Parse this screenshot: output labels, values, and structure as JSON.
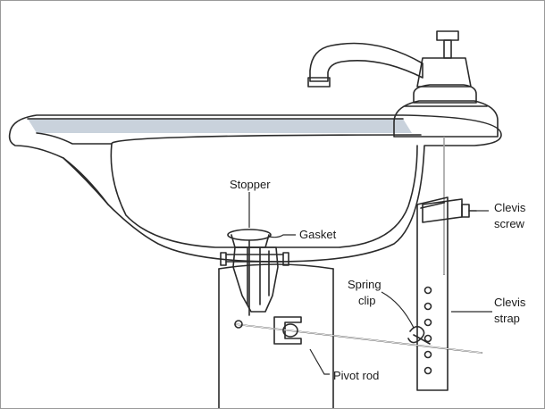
{
  "labels": {
    "stopper": "Stopper",
    "gasket": "Gasket",
    "clevis_screw_1": "Clevis",
    "clevis_screw_2": "screw",
    "spring_clip_1": "Spring",
    "spring_clip_2": "clip",
    "clevis_strap_1": "Clevis",
    "clevis_strap_2": "strap",
    "pivot_rod": "Pivot rod"
  },
  "colors": {
    "ink": "#2a2a2a",
    "porcelain": "#eeeeee",
    "basin_shadow": "#d6d6d6",
    "water_band": "#c9d2dc",
    "metal": "#b8b8b8",
    "metal_dark": "#8e8e8e"
  }
}
